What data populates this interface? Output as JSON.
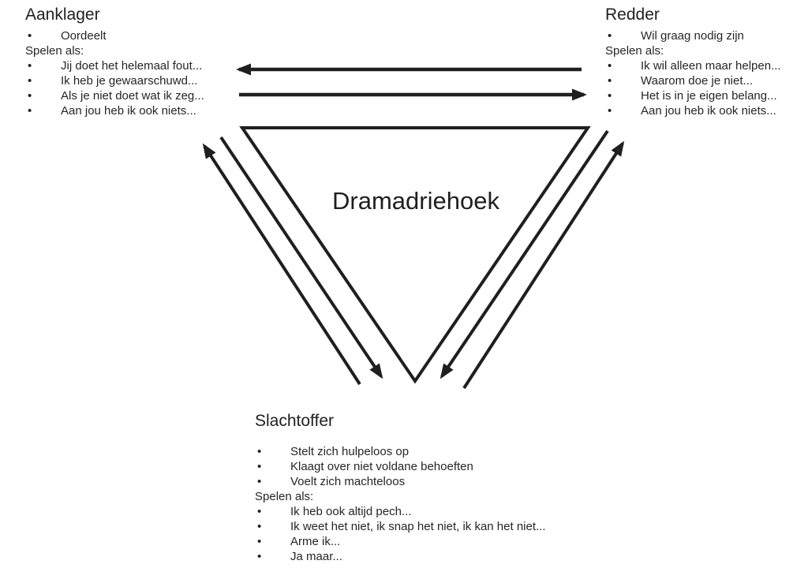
{
  "title": "Dramadriehoek",
  "bullet_char": "•",
  "roles": {
    "aanklager": {
      "title": "Aanklager",
      "traits": [
        "Oordeelt"
      ],
      "spelen_als_label": "Spelen als:",
      "phrases": [
        "Jij doet het helemaal fout...",
        "Ik heb je gewaarschuwd...",
        "Als je niet doet wat ik zeg...",
        "Aan jou heb ik ook niets..."
      ]
    },
    "redder": {
      "title": "Redder",
      "traits": [
        "Wil graag nodig zijn"
      ],
      "spelen_als_label": "Spelen als:",
      "phrases": [
        "Ik wil alleen maar helpen...",
        "Waarom doe je niet...",
        "Het is in je eigen belang...",
        "Aan jou heb ik ook niets..."
      ]
    },
    "slachtoffer": {
      "title": "Slachtoffer",
      "traits": [
        "Stelt zich hulpeloos op",
        "Klaagt over niet voldane behoeften",
        "Voelt zich machteloos"
      ],
      "spelen_als_label": "Spelen als:",
      "phrases": [
        "Ik heb ook altijd pech...",
        "Ik weet het niet, ik snap het niet, ik kan het niet...",
        "Arme ik...",
        "Ja maar..."
      ]
    }
  },
  "arrows": [
    {
      "name": "redder-to-aanklager",
      "direction": "left"
    },
    {
      "name": "aanklager-to-redder",
      "direction": "right"
    },
    {
      "name": "aanklager-to-slachtoffer",
      "direction": "down-left-side"
    },
    {
      "name": "slachtoffer-to-aanklager",
      "direction": "up-left-side"
    },
    {
      "name": "redder-to-slachtoffer",
      "direction": "down-right-side"
    },
    {
      "name": "slachtoffer-to-redder",
      "direction": "up-right-side"
    }
  ],
  "colors": {
    "ink": "#1f1f1f",
    "background": "#ffffff"
  }
}
